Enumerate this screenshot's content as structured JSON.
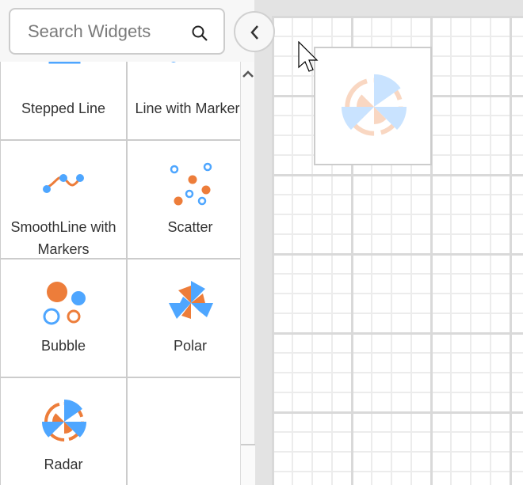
{
  "search": {
    "placeholder": "Search Widgets",
    "icon": "search-icon"
  },
  "collapse_button": {
    "icon": "chevron-left-icon"
  },
  "widgets": [
    {
      "label": "Stepped Line",
      "icon": "stepped-line-icon"
    },
    {
      "label": "Line with Markers",
      "icon": "line-markers-icon"
    },
    {
      "label": "SmoothLine with Markers",
      "icon": "smoothline-markers-icon"
    },
    {
      "label": "Scatter",
      "icon": "scatter-icon"
    },
    {
      "label": "Bubble",
      "icon": "bubble-icon"
    },
    {
      "label": "Polar",
      "icon": "polar-icon"
    },
    {
      "label": "Radar",
      "icon": "radar-icon"
    }
  ],
  "drag_preview": {
    "icon": "radar-icon"
  },
  "colors": {
    "orange": "#ed7d3a",
    "blue": "#4ea6ff",
    "border": "#cccccc",
    "canvas_grid": "#ececec"
  }
}
